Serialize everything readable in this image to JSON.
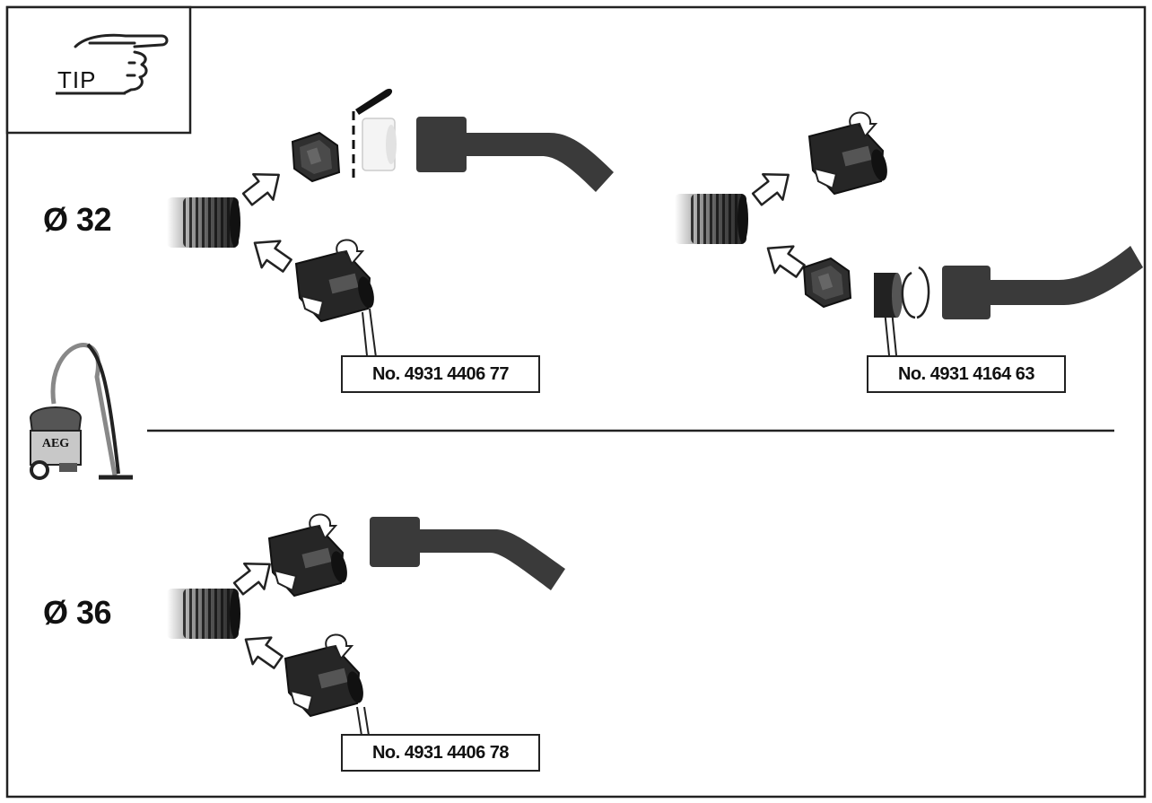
{
  "tip": {
    "label": "TIP"
  },
  "brand": {
    "label": "AEG"
  },
  "sections": [
    {
      "diameter_label": "Ø 32"
    },
    {
      "diameter_label": "Ø 36"
    }
  ],
  "part_numbers": [
    {
      "text": "No. 4931 4406 77"
    },
    {
      "text": "No. 4931 4164 63"
    },
    {
      "text": "No. 4931 4406 78"
    }
  ],
  "colors": {
    "line": "#222222",
    "part": "#3a3a3a",
    "part_dark": "#222222",
    "vac_body": "#c8c8c8"
  }
}
